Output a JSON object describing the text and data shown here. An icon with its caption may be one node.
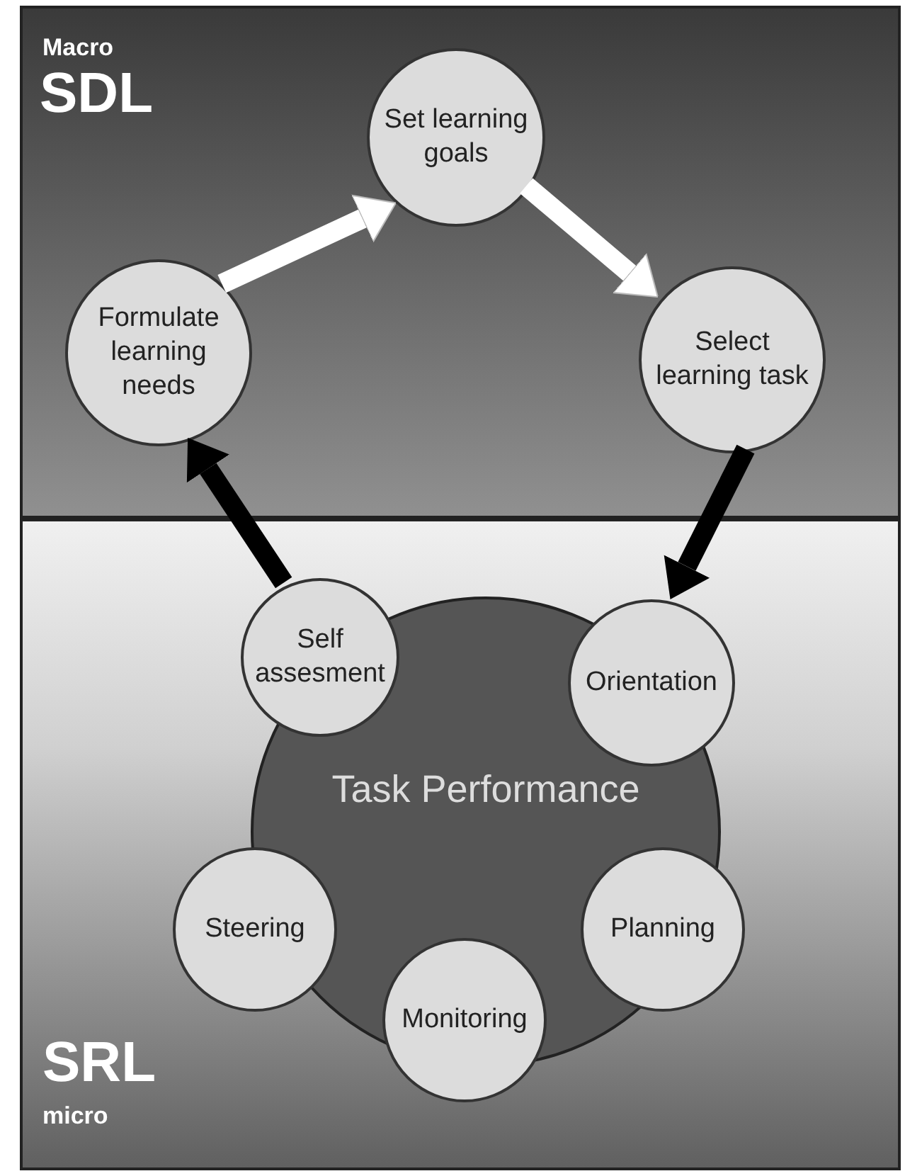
{
  "diagram": {
    "nodes": [
      {
        "text": [
          "Macro",
          "SDL"
        ]
      },
      {
        "text": [
          "Set learning goals"
        ],
        "in": 0
      },
      {
        "text": [
          "Formulate learning needs"
        ],
        "in": 0
      },
      {
        "text": [
          "Select learning task"
        ],
        "in": 0
      },
      {
        "text": [
          "SRL",
          "micro"
        ]
      },
      {
        "text": [
          "Task Performance"
        ],
        "in": 4
      },
      {
        "text": [
          "Self assesment"
        ],
        "in": 4
      },
      {
        "text": [
          "Orientation"
        ],
        "in": 4
      },
      {
        "text": [
          "Steering"
        ],
        "in": 4
      },
      {
        "text": [
          "Planning"
        ],
        "in": 4
      },
      {
        "text": [
          "Monitoring"
        ],
        "in": 4
      }
    ],
    "edges": [
      {
        "from": 2,
        "to": 1,
        "arrow": "to",
        "color": "#ffffff"
      },
      {
        "from": 1,
        "to": 3,
        "arrow": "to",
        "color": "#ffffff"
      },
      {
        "from": 3,
        "to": 7,
        "arrow": "to",
        "color": "#000000"
      },
      {
        "from": 6,
        "to": 2,
        "arrow": "to",
        "color": "#000000"
      }
    ]
  }
}
